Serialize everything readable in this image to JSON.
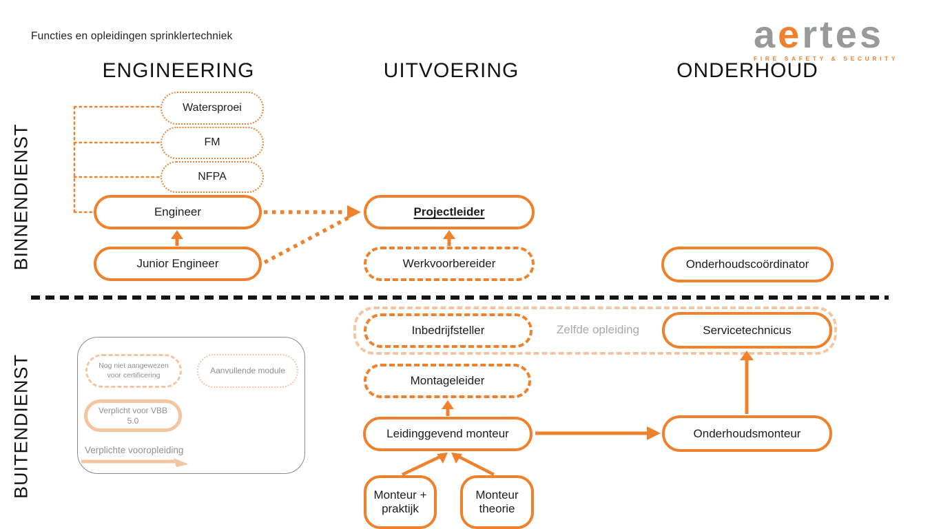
{
  "page": {
    "title": "Functies en opleidingen sprinklertechniek"
  },
  "logo": {
    "word_start": "a",
    "word_accent": "e",
    "word_end": "rtes",
    "tagline": "FIRE SAFETY & SECURITY"
  },
  "columns": {
    "engineering": "ENGINEERING",
    "uitvoering": "UITVOERING",
    "onderhoud": "ONDERHOUD"
  },
  "sections": {
    "top": "BINNENDIENST",
    "bottom": "BUITENDIENST"
  },
  "nodes": {
    "watersproei": {
      "label": "Watersproei"
    },
    "fm": {
      "label": "FM"
    },
    "nfpa": {
      "label": "NFPA"
    },
    "engineer": {
      "label": "Engineer"
    },
    "junior_engineer": {
      "label": "Junior Engineer"
    },
    "projectleider": {
      "label": "Projectleider"
    },
    "werkvoorbereider": {
      "label": "Werkvoorbereider"
    },
    "onderhoudscoordinator": {
      "label": "Onderhoudscoördinator"
    },
    "inbedrijfsteller": {
      "label": "Inbedrijfsteller"
    },
    "zelfde_opleiding": {
      "label": "Zelfde opleiding"
    },
    "servicetechnicus": {
      "label": "Servicetechnicus"
    },
    "montageleider": {
      "label": "Montageleider"
    },
    "leidinggevend_monteur": {
      "label": "Leidinggevend monteur"
    },
    "onderhoudsmonteur": {
      "label": "Onderhoudsmonteur"
    },
    "monteur_praktijk": {
      "label": "Monteur + praktijk"
    },
    "monteur_theorie": {
      "label": "Monteur theorie"
    }
  },
  "legend": {
    "nog_niet": "Nog niet aangewezen voor certificering",
    "aanvullende_module": "Aanvullende module",
    "verplicht_vbb": "Verplicht voor VBB 5.0",
    "verplichte_vooropleiding": "Verplichte vooropleiding"
  },
  "colors": {
    "orange": "#f0812c",
    "light_orange": "#f5c4a0",
    "gray_text": "#8f8f8f",
    "logo_gray": "#97999b",
    "ink": "#1c1c1c"
  }
}
